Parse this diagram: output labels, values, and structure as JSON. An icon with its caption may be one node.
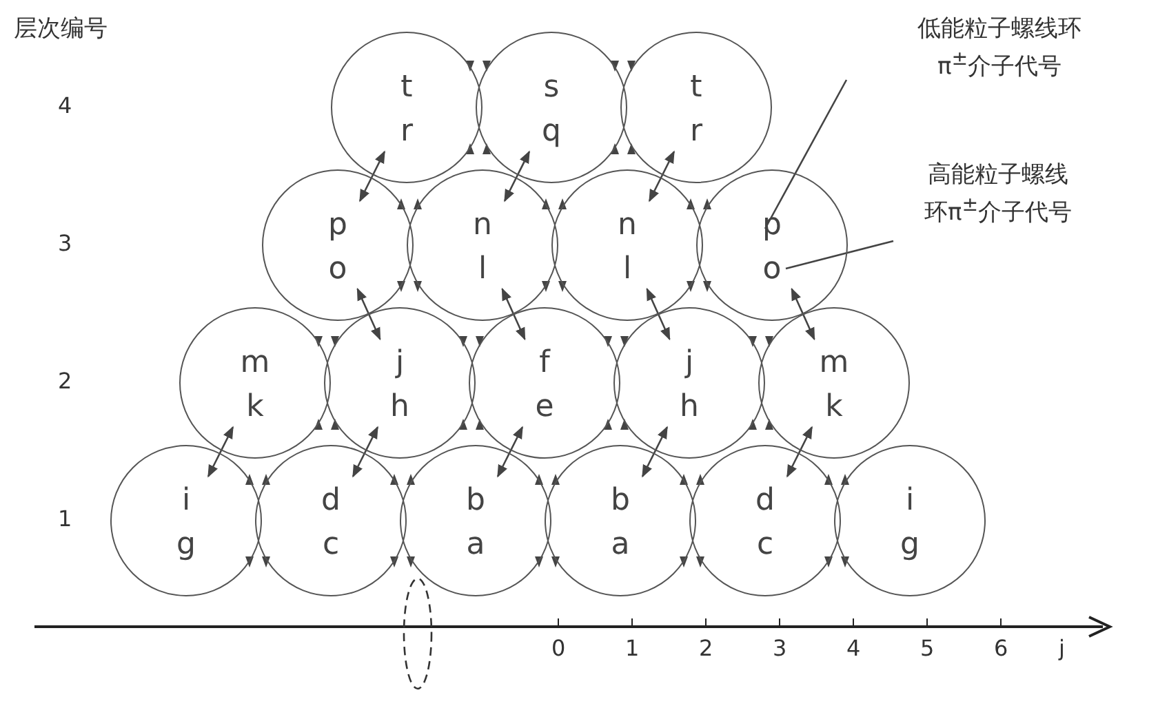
{
  "diagram": {
    "nodes": [
      {
        "text": [
          "t",
          "r"
        ]
      },
      {
        "text": [
          "s",
          "q"
        ]
      },
      {
        "text": [
          "t",
          "r"
        ]
      },
      {
        "text": [
          "p",
          "o"
        ]
      },
      {
        "text": [
          "n",
          "l"
        ]
      },
      {
        "text": [
          "n",
          "l"
        ]
      },
      {
        "text": [
          "p",
          "o"
        ]
      },
      {
        "text": [
          "m",
          "k"
        ]
      },
      {
        "text": [
          "j",
          "h"
        ]
      },
      {
        "text": [
          "f",
          "e"
        ]
      },
      {
        "text": [
          "j",
          "h"
        ]
      },
      {
        "text": [
          "m",
          "k"
        ]
      },
      {
        "text": [
          "i",
          "g"
        ]
      },
      {
        "text": [
          "d",
          "c"
        ]
      },
      {
        "text": [
          "b",
          "a"
        ]
      },
      {
        "text": [
          "b",
          "a"
        ]
      },
      {
        "text": [
          "d",
          "c"
        ]
      },
      {
        "text": [
          "i",
          "g"
        ]
      },
      {
        "text": [
          "低能粒子螺线环π$^{±}$介子代号"
        ]
      },
      {
        "text": [
          "高能粒子螺线环π$^{±}$介子代号"
        ]
      }
    ],
    "edges": [
      {
        "from": 12,
        "to": 7,
        "arrow": "both"
      },
      {
        "from": 13,
        "to": 8,
        "arrow": "both"
      },
      {
        "from": 14,
        "to": 9,
        "arrow": "both"
      },
      {
        "from": 15,
        "to": 10,
        "arrow": "both"
      },
      {
        "from": 16,
        "to": 11,
        "arrow": "both"
      },
      {
        "from": 3,
        "to": 8,
        "arrow": "both"
      },
      {
        "from": 4,
        "to": 9,
        "arrow": "both"
      },
      {
        "from": 5,
        "to": 10,
        "arrow": "both"
      },
      {
        "from": 6,
        "to": 11,
        "arrow": "both"
      },
      {
        "from": 0,
        "to": 3,
        "arrow": "both"
      },
      {
        "from": 1,
        "to": 4,
        "arrow": "both"
      },
      {
        "from": 2,
        "to": 5,
        "arrow": "both"
      },
      {
        "from": 18,
        "to": 6,
        "arrow": "none"
      },
      {
        "from": 19,
        "to": 6,
        "arrow": "none"
      }
    ],
    "labels": [
      "层次编号",
      "4",
      "3",
      "2",
      "1",
      "0",
      "1",
      "2",
      "3",
      "4",
      "5",
      "6",
      "j"
    ]
  }
}
